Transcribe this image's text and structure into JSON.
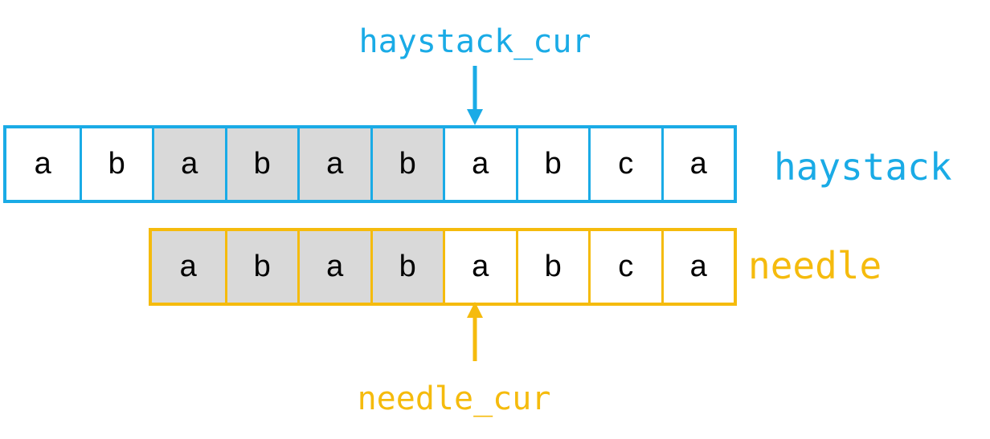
{
  "colors": {
    "haystack": "#1aabe6",
    "needle": "#f5bb0d",
    "highlight": "#d9d9d9"
  },
  "haystack": {
    "label": "haystack",
    "pointer_label": "haystack_cur",
    "cells": [
      "a",
      "b",
      "a",
      "b",
      "a",
      "b",
      "a",
      "b",
      "c",
      "a"
    ],
    "highlighted_indices": [
      2,
      3,
      4,
      5
    ],
    "pointer_index": 6
  },
  "needle": {
    "label": "needle",
    "pointer_label": "needle_cur",
    "cells": [
      "a",
      "b",
      "a",
      "b",
      "a",
      "b",
      "c",
      "a"
    ],
    "highlighted_indices": [
      0,
      1,
      2,
      3
    ],
    "pointer_index": 4
  }
}
